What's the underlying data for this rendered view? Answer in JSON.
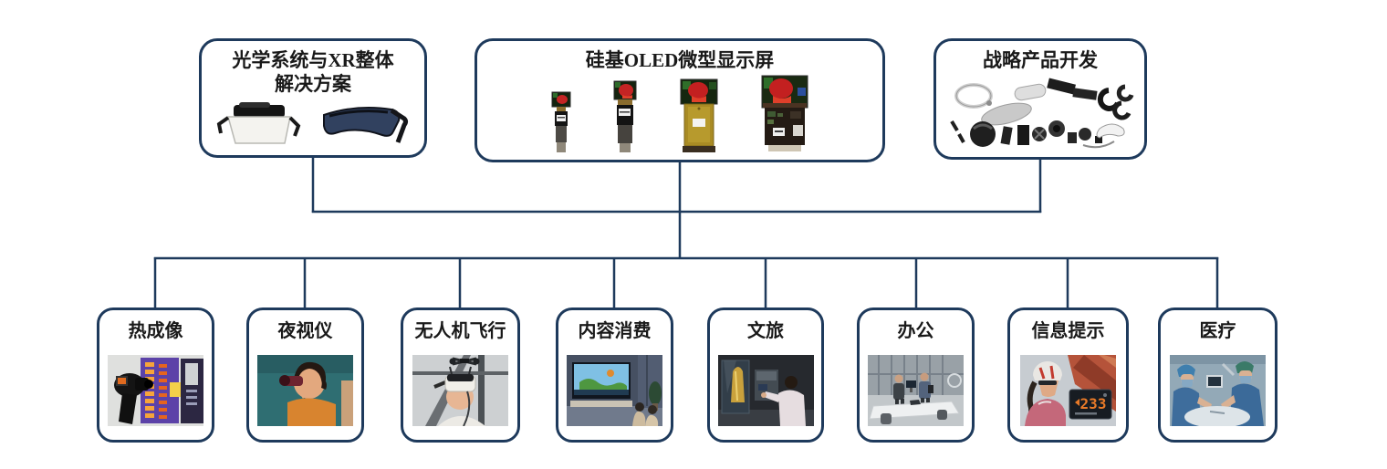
{
  "diagram": {
    "colors": {
      "line": "#1e3a5c",
      "background": "#ffffff",
      "text": "#191919"
    },
    "top_nodes": [
      {
        "id": "optics-xr-solutions",
        "lines": [
          "光学系统与XR整体",
          "解决方案"
        ],
        "images": [
          "ar-viewer-headset-photo",
          "ar-glasses-photo"
        ]
      },
      {
        "id": "silicon-oled-microdisplay",
        "label": "硅基OLED微型显示屏",
        "images": [
          "micro-display-module-small-photo",
          "micro-display-module-medium-photo",
          "micro-display-module-large-photo",
          "micro-display-module-xlarge-photo"
        ]
      },
      {
        "id": "strategic-product-development",
        "label": "战略产品开发",
        "images": [
          "exploded-parts-photo"
        ]
      }
    ],
    "bottom_nodes": [
      {
        "label": "热成像",
        "image": "thermal-imaging-photo"
      },
      {
        "label": "夜视仪",
        "image": "night-vision-photo"
      },
      {
        "label": "无人机飞行",
        "image": "drone-fpv-photo"
      },
      {
        "label": "内容消费",
        "image": "content-viewing-photo"
      },
      {
        "label": "文旅",
        "image": "museum-tour-photo"
      },
      {
        "label": "办公",
        "image": "office-photo"
      },
      {
        "label": "信息提示",
        "image": "info-hud-photo",
        "hud_value": "233"
      },
      {
        "label": "医疗",
        "image": "medical-photo"
      }
    ]
  }
}
